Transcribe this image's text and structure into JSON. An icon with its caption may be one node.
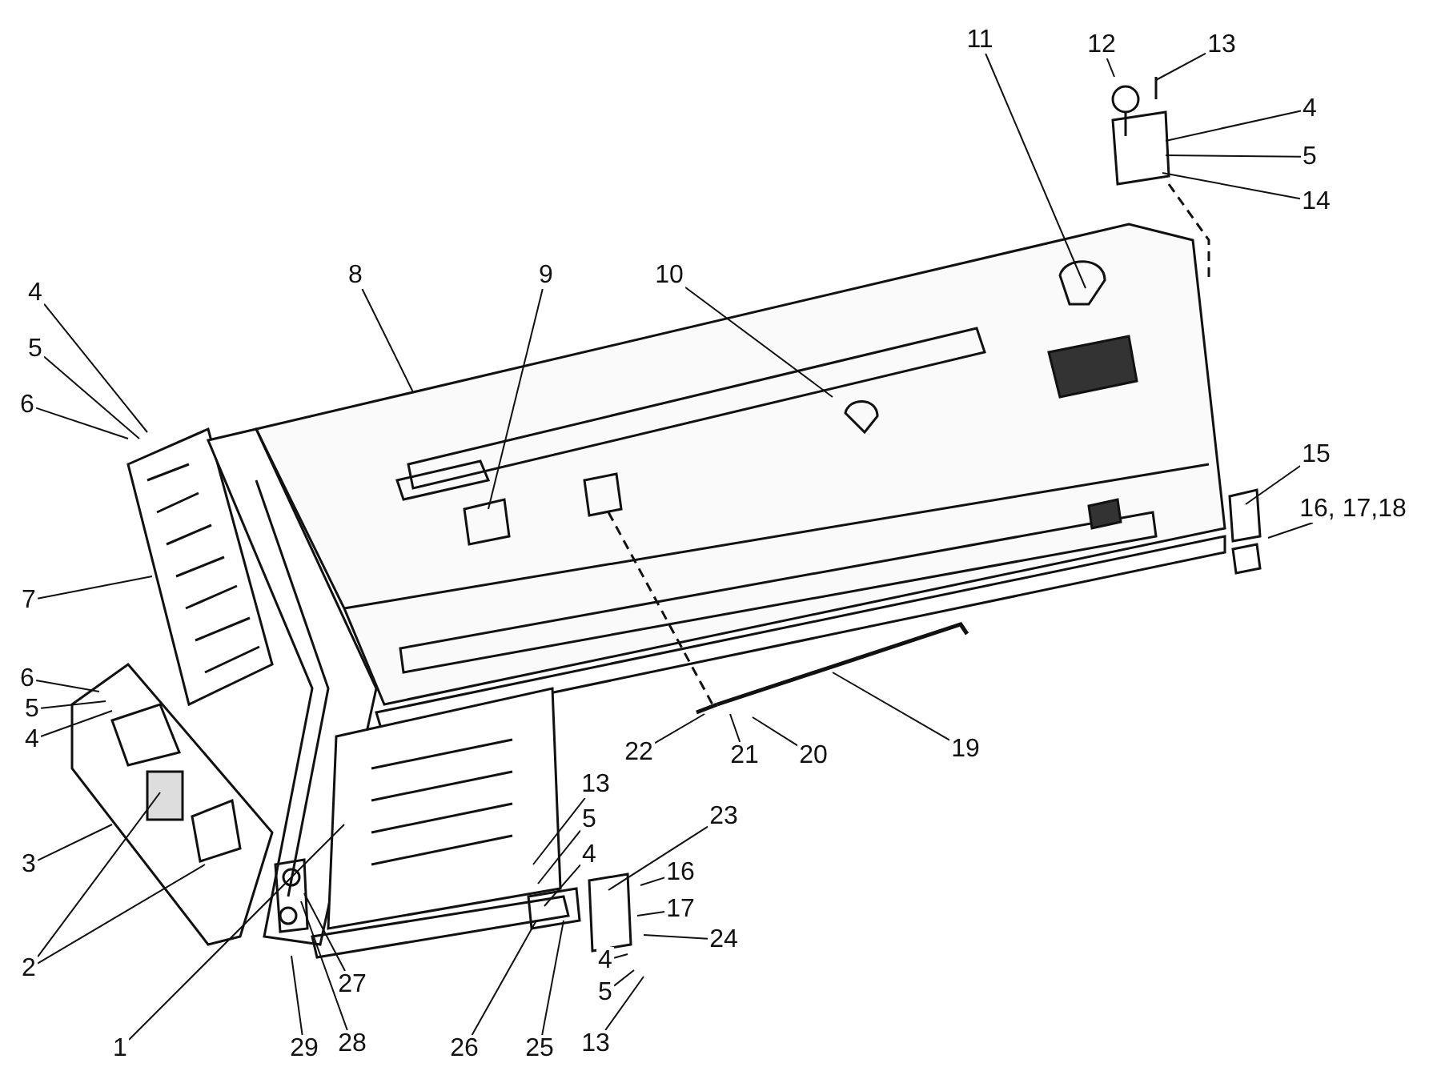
{
  "diagram": {
    "nodes": [
      {
        "text": [
          "11"
        ]
      },
      {
        "text": [
          "12"
        ]
      },
      {
        "text": [
          "13"
        ]
      },
      {
        "text": [
          "4"
        ]
      },
      {
        "text": [
          "5"
        ]
      },
      {
        "text": [
          "14"
        ]
      },
      {
        "text": [
          "8"
        ]
      },
      {
        "text": [
          "9"
        ]
      },
      {
        "text": [
          "10"
        ]
      },
      {
        "text": [
          "4"
        ]
      },
      {
        "text": [
          "5"
        ]
      },
      {
        "text": [
          "6"
        ]
      },
      {
        "text": [
          "15"
        ]
      },
      {
        "text": [
          "16, 17,18"
        ]
      },
      {
        "text": [
          "7"
        ]
      },
      {
        "text": [
          "6"
        ]
      },
      {
        "text": [
          "5"
        ]
      },
      {
        "text": [
          "4"
        ]
      },
      {
        "text": [
          "22"
        ]
      },
      {
        "text": [
          "21"
        ]
      },
      {
        "text": [
          "20"
        ]
      },
      {
        "text": [
          "19"
        ]
      },
      {
        "text": [
          "3"
        ]
      },
      {
        "text": [
          "13"
        ]
      },
      {
        "text": [
          "5"
        ]
      },
      {
        "text": [
          "23"
        ]
      },
      {
        "text": [
          "4"
        ]
      },
      {
        "text": [
          "16"
        ]
      },
      {
        "text": [
          "17"
        ]
      },
      {
        "text": [
          "24"
        ]
      },
      {
        "text": [
          "2"
        ]
      },
      {
        "text": [
          "4"
        ]
      },
      {
        "text": [
          "5"
        ]
      },
      {
        "text": [
          "27"
        ]
      },
      {
        "text": [
          "1"
        ]
      },
      {
        "text": [
          "29"
        ]
      },
      {
        "text": [
          "28"
        ]
      },
      {
        "text": [
          "26"
        ]
      },
      {
        "text": [
          "25"
        ]
      },
      {
        "text": [
          "13"
        ]
      }
    ],
    "edges": [
      {
        "from": 0,
        "to": null,
        "arrow": "none"
      },
      {
        "from": 1,
        "to": null,
        "arrow": "none"
      },
      {
        "from": 2,
        "to": null,
        "arrow": "none"
      },
      {
        "from": 3,
        "to": null,
        "arrow": "none"
      },
      {
        "from": 4,
        "to": null,
        "arrow": "none"
      },
      {
        "from": 5,
        "to": null,
        "arrow": "none"
      },
      {
        "from": 6,
        "to": null,
        "arrow": "none"
      },
      {
        "from": 7,
        "to": null,
        "arrow": "none"
      },
      {
        "from": 8,
        "to": null,
        "arrow": "none"
      },
      {
        "from": 9,
        "to": null,
        "arrow": "none"
      },
      {
        "from": 10,
        "to": null,
        "arrow": "none"
      },
      {
        "from": 11,
        "to": null,
        "arrow": "none"
      },
      {
        "from": 12,
        "to": null,
        "arrow": "none"
      },
      {
        "from": 13,
        "to": null,
        "arrow": "none"
      },
      {
        "from": 14,
        "to": null,
        "arrow": "none"
      },
      {
        "from": 15,
        "to": null,
        "arrow": "none"
      },
      {
        "from": 16,
        "to": null,
        "arrow": "none"
      },
      {
        "from": 17,
        "to": null,
        "arrow": "none"
      },
      {
        "from": 18,
        "to": null,
        "arrow": "none"
      },
      {
        "from": 19,
        "to": null,
        "arrow": "none"
      },
      {
        "from": 20,
        "to": null,
        "arrow": "none"
      },
      {
        "from": 21,
        "to": null,
        "arrow": "none"
      },
      {
        "from": 22,
        "to": null,
        "arrow": "none"
      },
      {
        "from": 23,
        "to": null,
        "arrow": "none"
      },
      {
        "from": 24,
        "to": null,
        "arrow": "none"
      },
      {
        "from": 25,
        "to": null,
        "arrow": "none"
      },
      {
        "from": 26,
        "to": null,
        "arrow": "none"
      },
      {
        "from": 27,
        "to": null,
        "arrow": "none"
      },
      {
        "from": 28,
        "to": null,
        "arrow": "none"
      },
      {
        "from": 29,
        "to": null,
        "arrow": "none"
      },
      {
        "from": 30,
        "to": null,
        "arrow": "none"
      },
      {
        "from": 30,
        "to": null,
        "arrow": "none"
      },
      {
        "from": 31,
        "to": null,
        "arrow": "none"
      },
      {
        "from": 32,
        "to": null,
        "arrow": "none"
      },
      {
        "from": 33,
        "to": null,
        "arrow": "none"
      },
      {
        "from": 34,
        "to": null,
        "arrow": "none"
      },
      {
        "from": 35,
        "to": null,
        "arrow": "none"
      },
      {
        "from": 36,
        "to": null,
        "arrow": "none"
      },
      {
        "from": 37,
        "to": null,
        "arrow": "none"
      },
      {
        "from": 38,
        "to": null,
        "arrow": "none"
      },
      {
        "from": 39,
        "to": null,
        "arrow": "none"
      }
    ]
  }
}
